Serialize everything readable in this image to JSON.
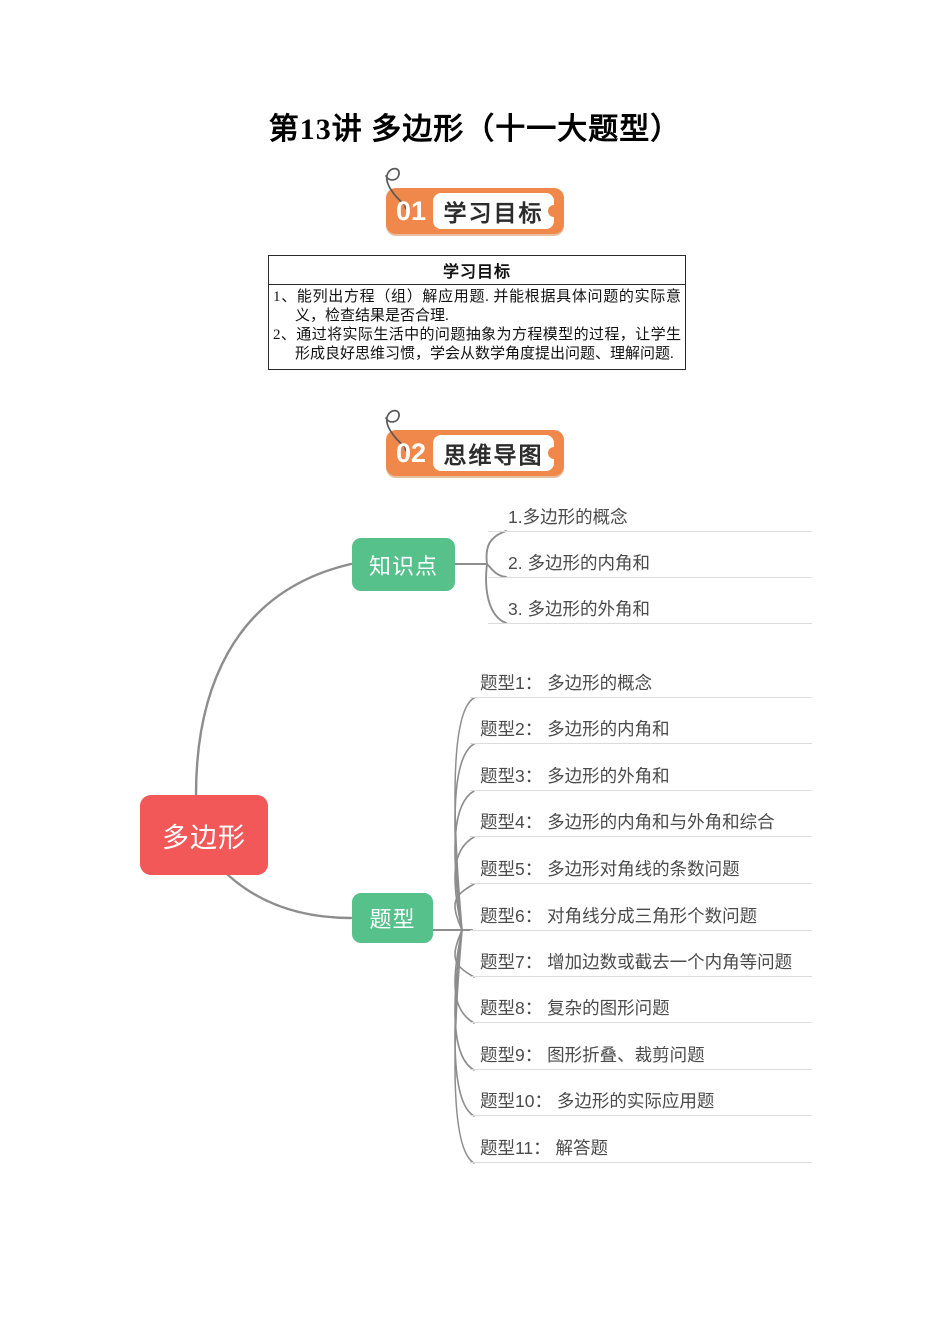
{
  "page": {
    "title": "第13讲 多边形（十一大题型）"
  },
  "sections": [
    {
      "number": "01",
      "label": "学习目标"
    },
    {
      "number": "02",
      "label": "思维导图"
    }
  ],
  "objectives_table": {
    "header": "学习目标",
    "items": [
      "1、能列出方程（组）解应用题. 并能根据具体问题的实际意义，检查结果是否合理.",
      "2、通过将实际生活中的问题抽象为方程模型的过程，让学生形成良好思维习惯，学会从数学角度提出问题、理解问题."
    ]
  },
  "mindmap": {
    "root": "多边形",
    "branches": [
      {
        "label": "知识点",
        "children": [
          "1.多边形的概念",
          "2. 多边形的内角和",
          "3. 多边形的外角和"
        ]
      },
      {
        "label": "题型",
        "children": [
          "题型1： 多边形的概念",
          "题型2： 多边形的内角和",
          "题型3： 多边形的外角和",
          "题型4： 多边形的内角和与外角和综合",
          "题型5： 多边形对角线的条数问题",
          "题型6： 对角线分成三角形个数问题",
          "题型7： 增加边数或截去一个内角等问题",
          "题型8： 复杂的图形问题",
          "题型9： 图形折叠、裁剪问题",
          "题型10： 多边形的实际应用题",
          "题型11： 解答题"
        ]
      }
    ],
    "colors": {
      "accent_orange": "#F1884B",
      "root_red": "#F25858",
      "branch_green": "#57C18C",
      "connector_gray": "#8D8D8D",
      "underline_gray": "#DCDCDC",
      "leaf_text_gray": "#4B4B4B"
    }
  }
}
